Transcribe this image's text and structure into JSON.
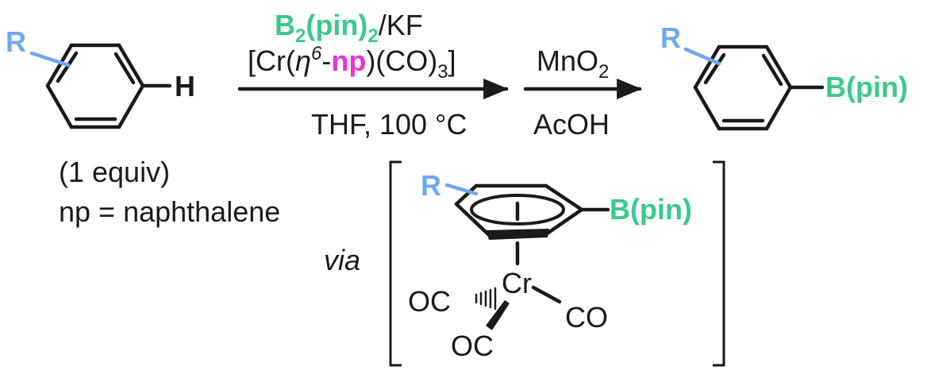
{
  "substrate": {
    "r_label": "R",
    "h_label": "H",
    "equiv_note": "(1 equiv)",
    "np_definition": "np = naphthalene"
  },
  "step1": {
    "reagent_b2pin2": "B",
    "reagent_b2pin2_sub": "2",
    "reagent_pin": "(pin)",
    "reagent_pin_sub": "2",
    "reagent_kf": "/KF",
    "catalyst_open": "[Cr(",
    "catalyst_eta": "η",
    "catalyst_eta_sup": "6",
    "catalyst_dash": "-",
    "catalyst_np": "np",
    "catalyst_close": ")(CO)",
    "catalyst_sub": "3",
    "catalyst_bracket": "]",
    "conditions": "THF, 100 °C"
  },
  "step2": {
    "oxidant": "MnO",
    "oxidant_sub": "2",
    "acid": "AcOH"
  },
  "product": {
    "r_label": "R",
    "bpin_label": "B(pin)"
  },
  "intermediate": {
    "via_label": "via",
    "r_label": "R",
    "bpin_label": "B(pin)",
    "metal": "Cr",
    "co_left": "OC",
    "co_right": "CO",
    "co_bottom": "OC"
  },
  "colors": {
    "boron": "#3cc88e",
    "r_group": "#6fa8ee",
    "naphthalene": "#ef2fd5",
    "text": "#1a1a1a"
  }
}
